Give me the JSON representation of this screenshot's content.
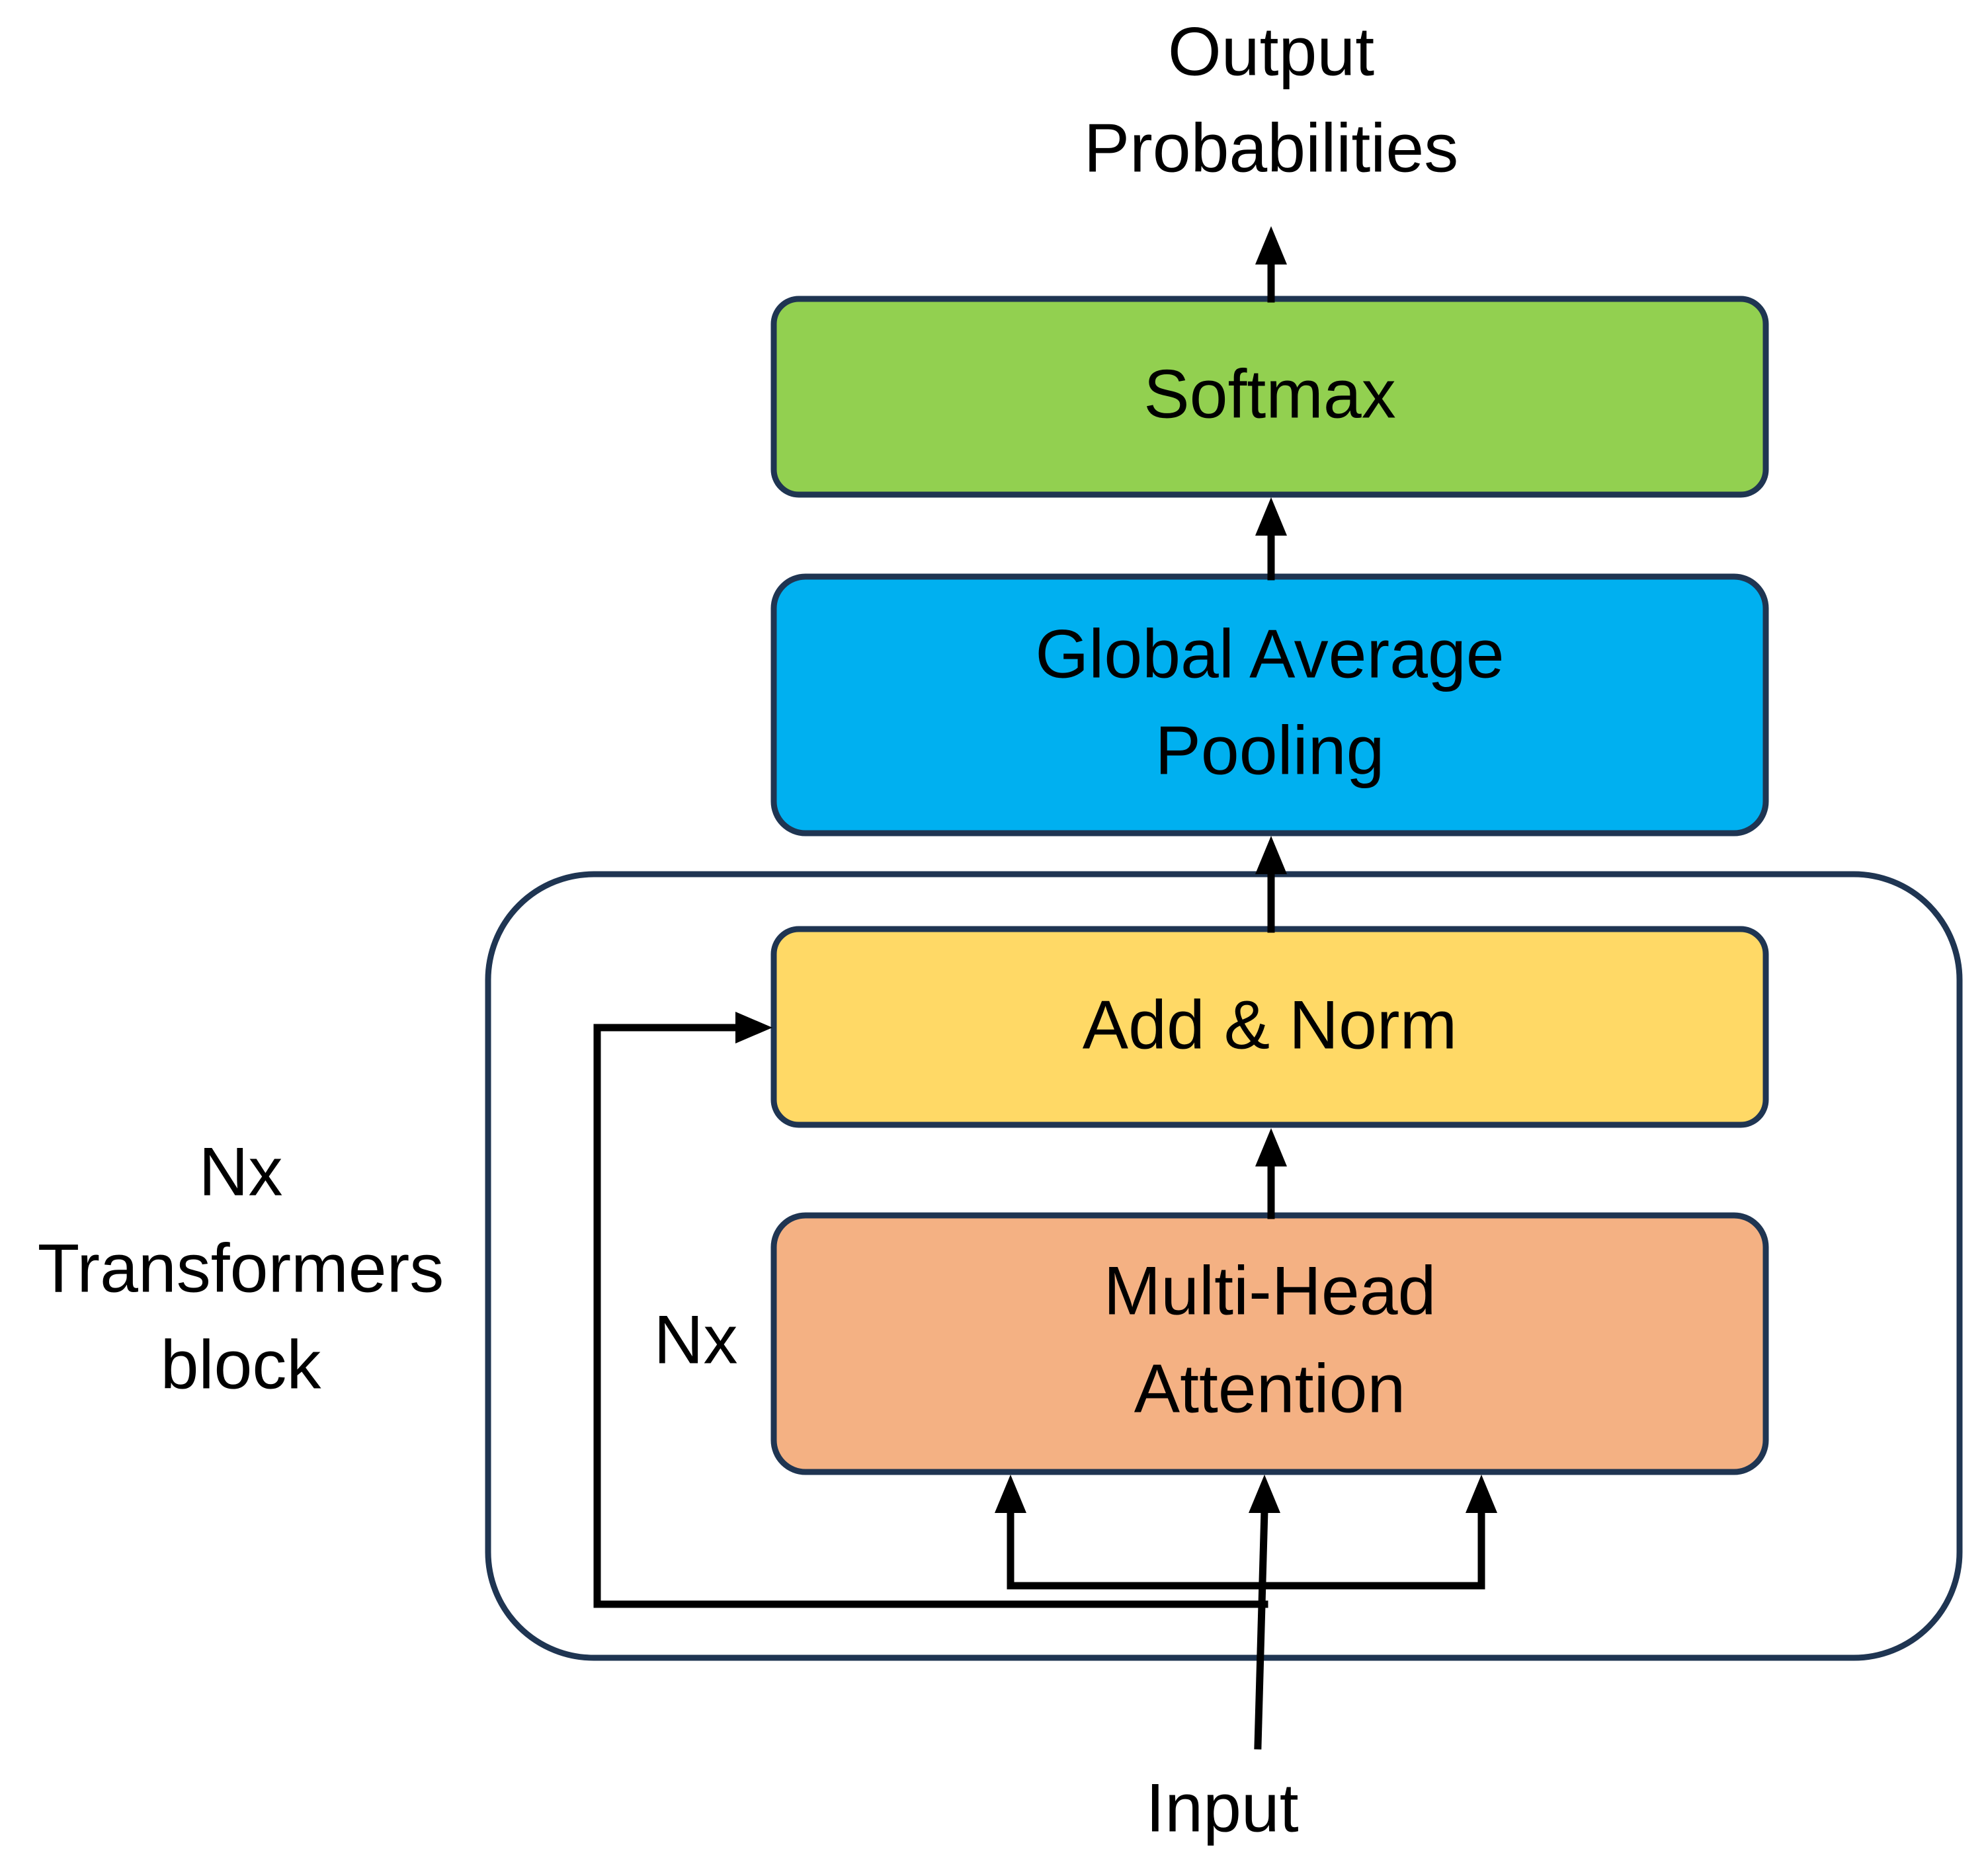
{
  "output_label": {
    "line1": "Output",
    "line2": "Probabilities"
  },
  "input_label": "Input",
  "softmax": {
    "label": "Softmax",
    "color": "#92d050"
  },
  "gap": {
    "line1": "Global Average",
    "line2": "Pooling",
    "color": "#00b0f0"
  },
  "add_norm": {
    "label": "Add & Norm",
    "color": "#ffd966"
  },
  "mha": {
    "line1": "Multi-Head",
    "line2": "Attention",
    "color": "#f4b183"
  },
  "block_repeat_label": "Nx",
  "transformer_block_label": {
    "line1": "Nx",
    "line2": "Transformers",
    "line3": "block"
  },
  "box_border_color": "#1f3552"
}
